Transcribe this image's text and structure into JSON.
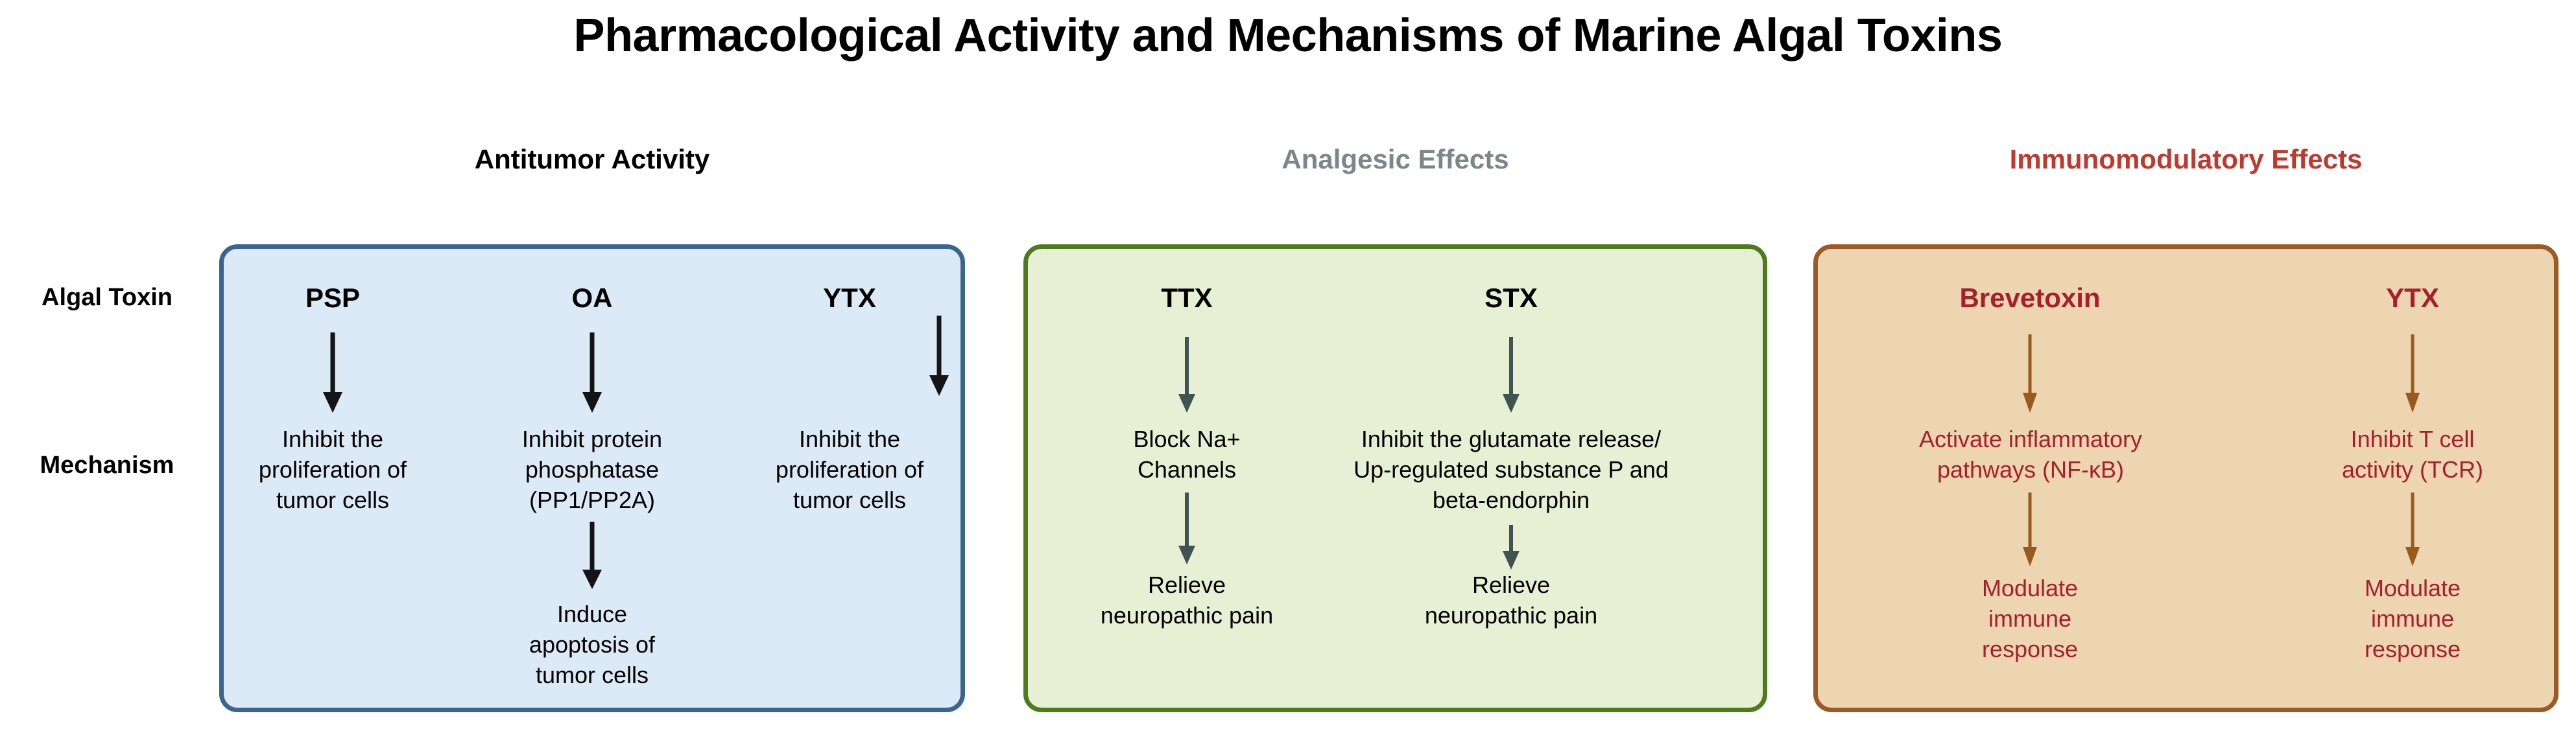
{
  "title": "Pharmacological Activity and Mechanisms of Marine Algal Toxins",
  "row_labels": {
    "toxin": "Algal Toxin",
    "mechanism": "Mechanism"
  },
  "colors": {
    "blue_fill": "#dce9f6",
    "blue_border": "#39658f",
    "green_fill": "#e7f0d4",
    "green_border": "#4e7b1c",
    "orange_fill": "#edd5b1",
    "orange_border": "#9c5a24",
    "black_text": "#000000",
    "gray_text": "#7c868d",
    "red_text": "#c0392f",
    "dark_red_text": "#a81f2a",
    "blue_arrow": "#141414",
    "green_arrow": "#3f5450",
    "orange_arrow": "#9a5a1e"
  },
  "sections": [
    {
      "id": "antitumor",
      "header": "Antitumor Activity",
      "header_color": "black",
      "columns": [
        {
          "toxin": "PSP",
          "mechanism": "Inhibit the\nproliferation of\ntumor cells",
          "outcome": null
        },
        {
          "toxin": "OA",
          "mechanism": "Inhibit protein\nphosphatase\n(PP1/PP2A)",
          "outcome": "Induce\napoptosis of\ntumor cells"
        },
        {
          "toxin": "YTX",
          "mechanism": "Inhibit the\nproliferation of\ntumor cells",
          "outcome": null
        }
      ]
    },
    {
      "id": "analgesic",
      "header": "Analgesic Effects",
      "header_color": "gray",
      "columns": [
        {
          "toxin": "TTX",
          "mechanism": "Block Na+\nChannels",
          "outcome": "Relieve\nneuropathic pain"
        },
        {
          "toxin": "STX",
          "mechanism": "Inhibit the glutamate release/\nUp-regulated substance P and\nbeta-endorphin",
          "outcome": "Relieve\nneuropathic pain"
        }
      ]
    },
    {
      "id": "immunomodulatory",
      "header": "Immunomodulatory Effects",
      "header_color": "red",
      "columns": [
        {
          "toxin": "Brevetoxin",
          "mechanism": "Activate inflammatory\npathways (NF-κB)",
          "outcome": "Modulate\nimmune\nresponse"
        },
        {
          "toxin": "YTX",
          "mechanism": "Inhibit  T cell\nactivity (TCR)",
          "outcome": "Modulate\nimmune\nresponse"
        }
      ]
    }
  ]
}
